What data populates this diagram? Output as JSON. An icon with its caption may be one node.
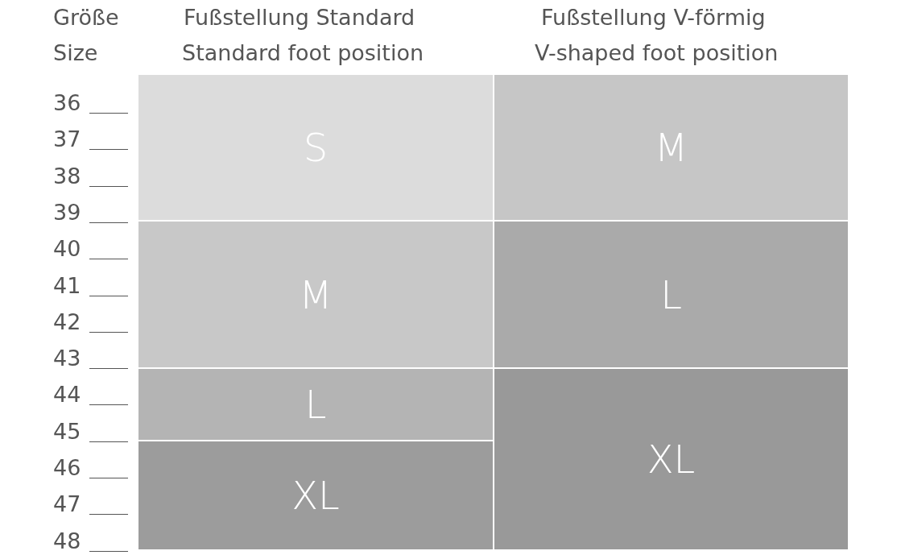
{
  "diagram": {
    "nodes": [
      {
        "text": [
          "S"
        ]
      },
      {
        "text": [
          "M"
        ]
      },
      {
        "text": [
          "L"
        ]
      },
      {
        "text": [
          "XL"
        ]
      },
      {
        "text": [
          "M"
        ]
      },
      {
        "text": [
          "L"
        ]
      },
      {
        "text": [
          "XL"
        ]
      }
    ],
    "labels": [
      "Größe",
      "Size",
      "Fußstellung Standard",
      "Standard foot position",
      "Fußstellung V-förmig",
      "V-shaped foot position",
      "36",
      "37",
      "38",
      "39",
      "40",
      "41",
      "42",
      "43",
      "44",
      "45",
      "46",
      "47",
      "48"
    ]
  }
}
